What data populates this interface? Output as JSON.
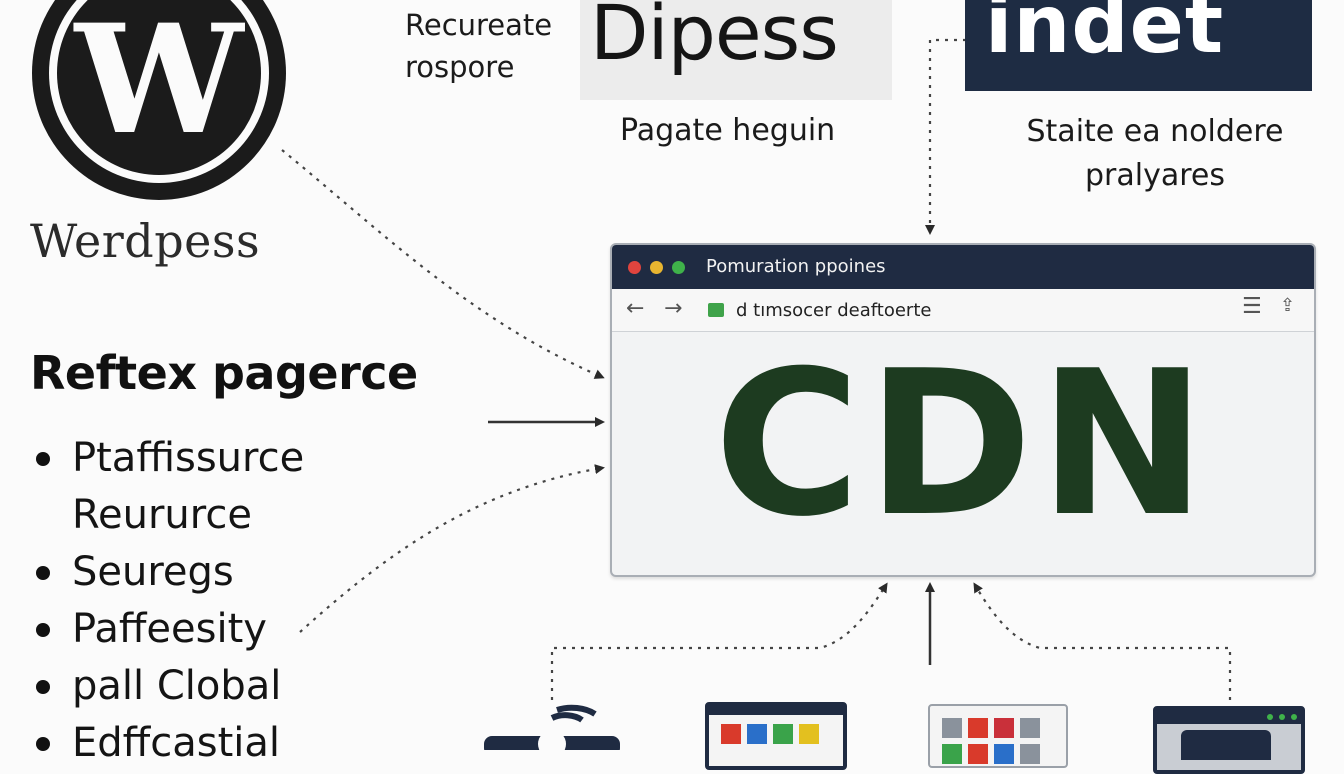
{
  "brand": {
    "name": "Werdpess",
    "logo_letter": "W"
  },
  "top_left": {
    "caption_line1": "Recureate",
    "caption_line2": "rospore",
    "card_text": "Dipess",
    "label": "Pagate heguin"
  },
  "top_right": {
    "card_text": "indet",
    "label_line1": "Staite ea noldere",
    "label_line2": "pralyares"
  },
  "left_panel": {
    "heading": "Reftex pagerce",
    "bullets": [
      "Ptaffissurce",
      "Reururce",
      "Seuregs",
      "Paffeesity",
      "pall Clobal",
      "Edffcastial"
    ]
  },
  "browser": {
    "title": "Pomuration ppoines",
    "url": "d tımsocer deaftoerte",
    "content": "CDN",
    "traffic_lights": [
      "#e0443e",
      "#e8b530",
      "#3fb24a"
    ]
  },
  "colors": {
    "navy": "#1f2b42",
    "cdn_green": "#1d3b20"
  },
  "icons": [
    "wordpress-logo-icon",
    "back-arrow-icon",
    "forward-arrow-icon",
    "site-badge-icon",
    "menu-icon",
    "share-icon",
    "camera-icon",
    "palette-window-icon",
    "grid-window-icon",
    "dark-window-icon"
  ]
}
